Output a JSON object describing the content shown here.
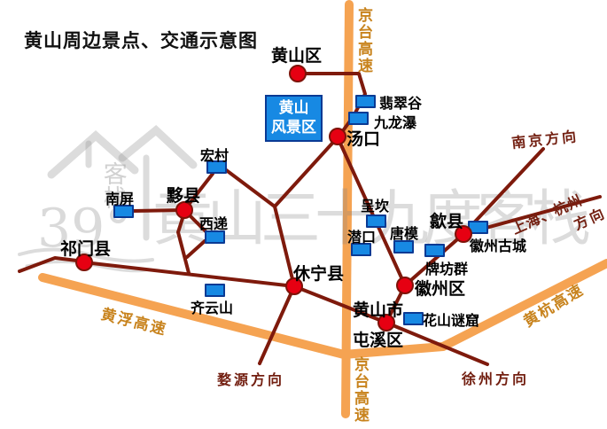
{
  "title": "黄山周边景点、交通示意图",
  "highways": {
    "jingtai": "京台高速",
    "huangfu": "黄浮高速",
    "huanghang": "黄杭高速"
  },
  "scenic_area": {
    "line1": "黄山",
    "line2": "风景区"
  },
  "cities": {
    "huangshanqu": "黄山区",
    "tangkou": "汤口",
    "yixian": "黟县",
    "qimenxian": "祁门县",
    "xiuningxian": "休宁县",
    "shexian": "歙县",
    "huizhouqu": "徽州区",
    "huangshanshi": "黄山市",
    "tunxiqu": "屯溪区"
  },
  "spots": {
    "feicuigu": "翡翠谷",
    "jiulongpu": "九龙瀑",
    "hongcun": "宏村",
    "nanping": "南屏",
    "xidi": "西递",
    "qiyunshan": "齐云山",
    "chengkan": "呈坎",
    "qiankou": "潜口",
    "tangmo": "唐模",
    "huizhougucheng": "徽州古城",
    "paifangqun": "牌坊群",
    "huashanmiku": "花山谜窟"
  },
  "directions": {
    "nanjing": "南京方向",
    "shanghai_hangzhou": "上海、杭州",
    "fangxiang": "方向",
    "wuyuan": "婺源方向",
    "xuzhou": "徐州方向"
  },
  "watermark": {
    "brand_text": "黄山三十九度客栈",
    "degree": "39°",
    "inn": "客栈"
  },
  "colors": {
    "highway": "#F5A352",
    "road": "#7E1A0C",
    "city_fill": "#E60012",
    "city_border": "#7E1208",
    "spot_fill": "#1789E3",
    "spot_border": "#0A3A94",
    "highway_label": "#C8831D",
    "direction_label": "#732012",
    "scenic_box_fill": "#1789E3",
    "scenic_box_text": "#FFFFFF"
  }
}
